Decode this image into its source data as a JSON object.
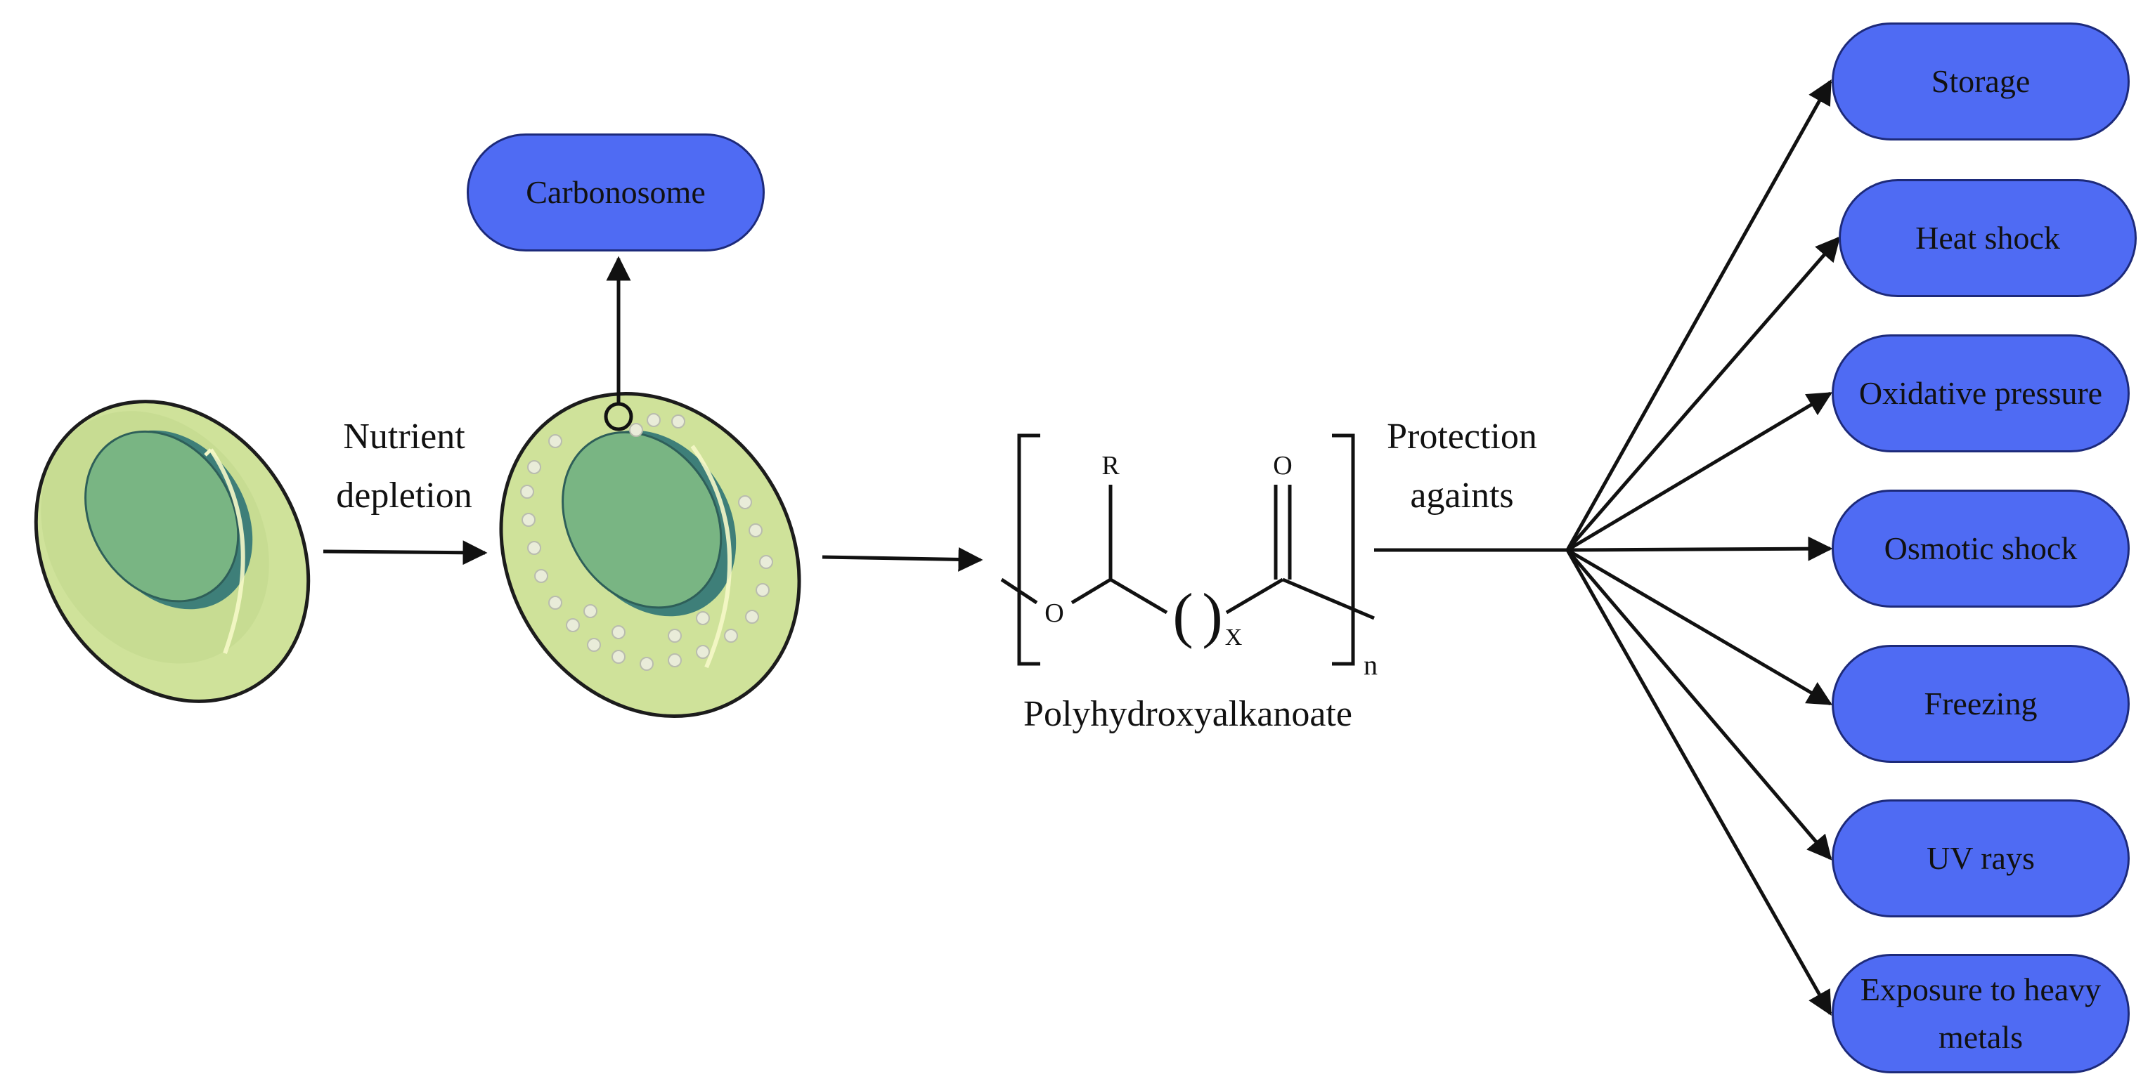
{
  "diagram": {
    "carbonosome_label": "Carbonosome",
    "step1_label": [
      "Nutrient",
      "depletion"
    ],
    "compound": {
      "name": "Polyhydroxyalkanoate",
      "r_group": "R",
      "oxygen_ring": "O",
      "oxygen_carbonyl": "O",
      "subscript_x": "X",
      "subscript_n": "n"
    },
    "step2_label": [
      "Protection",
      "againts"
    ],
    "functions": [
      [
        "Storage"
      ],
      [
        "Heat shock"
      ],
      [
        "Oxidative pressure"
      ],
      [
        "Osmotic shock"
      ],
      [
        "Freezing"
      ],
      [
        "UV rays"
      ],
      [
        "Exposure to heavy",
        "metals"
      ]
    ]
  },
  "colors": {
    "pill_fill": "#4f6bf3",
    "pill_border": "#1d2a7a",
    "cell_body": "#cfe29a",
    "cell_nucleus": "#79b583",
    "granule": "#e9ecd9"
  }
}
